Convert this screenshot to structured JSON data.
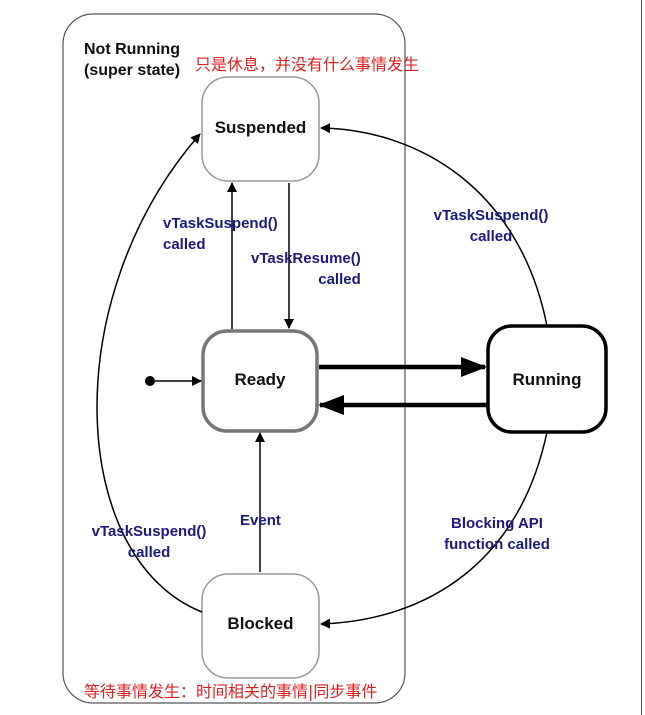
{
  "super_state": {
    "title_line1": "Not Running",
    "title_line2": "(super state)"
  },
  "annotations": {
    "suspended_note": "只是休息，并没有什么事情发生",
    "blocked_note": "等待事情发生：时间相关的事情|同步事件"
  },
  "states": {
    "suspended": "Suspended",
    "ready": "Ready",
    "running": "Running",
    "blocked": "Blocked"
  },
  "transitions": {
    "ready_to_suspended": [
      "vTaskSuspend()",
      "called"
    ],
    "suspended_to_ready": [
      "vTaskResume()",
      "called"
    ],
    "running_to_suspended": [
      "vTaskSuspend()",
      "called"
    ],
    "blocked_to_ready": "Event",
    "blocked_to_suspended": [
      "vTaskSuspend()",
      "called"
    ],
    "running_to_blocked": [
      "Blocking API",
      "function called"
    ]
  }
}
